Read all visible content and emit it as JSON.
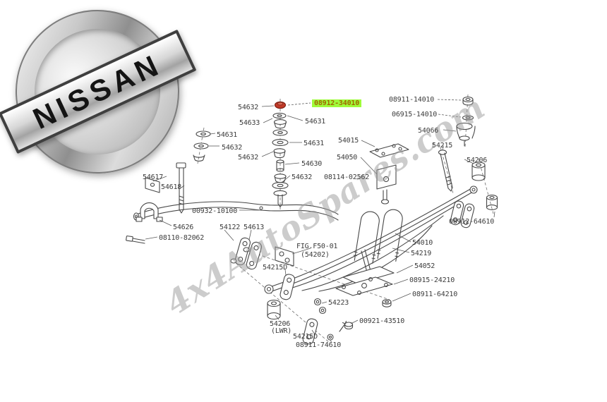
{
  "canvas": {
    "background": "#ffffff"
  },
  "logo": {
    "brand": "NISSAN"
  },
  "watermark": {
    "text": "4x4AutoSpares.com"
  },
  "highlight": {
    "text": "08912-34010",
    "background": "#9ffb3a",
    "text_color": "#a06a00",
    "part_color": "#c13a28"
  },
  "labels": [
    {
      "text": "54632"
    },
    {
      "text": "08911-14010"
    },
    {
      "text": "06915-14010"
    },
    {
      "text": "54633"
    },
    {
      "text": "54631"
    },
    {
      "text": "54066"
    },
    {
      "text": "54631"
    },
    {
      "text": "54015"
    },
    {
      "text": "54215"
    },
    {
      "text": "54632"
    },
    {
      "text": "54630"
    },
    {
      "text": "54050"
    },
    {
      "text": "54206"
    },
    {
      "text": "54632"
    },
    {
      "text": "08114-02562"
    },
    {
      "text": "54631"
    },
    {
      "text": "54632"
    },
    {
      "text": "54617"
    },
    {
      "text": "54618"
    },
    {
      "text": "00932-10100"
    },
    {
      "text": "08912-64610"
    },
    {
      "text": "54626"
    },
    {
      "text": "54122"
    },
    {
      "text": "54613"
    },
    {
      "text": "08110-82062"
    },
    {
      "text": "FIG.F50-01"
    },
    {
      "text": "(54202)"
    },
    {
      "text": "54010"
    },
    {
      "text": "54219"
    },
    {
      "text": "54052"
    },
    {
      "text": "54215D"
    },
    {
      "text": "08915-24210"
    },
    {
      "text": "08911-64210"
    },
    {
      "text": "54223"
    },
    {
      "text": "00921-43510"
    },
    {
      "text": "54206"
    },
    {
      "text": "(LWR)"
    },
    {
      "text": "54215D"
    },
    {
      "text": "08911-74610"
    }
  ]
}
